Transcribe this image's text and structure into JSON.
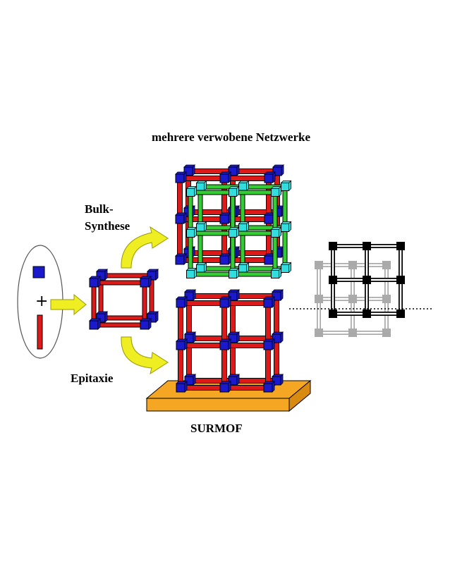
{
  "labels": {
    "title": "mehrere verwobene Netzwerke",
    "bulk_line1": "Bulk-",
    "bulk_line2": "Synthese",
    "epitaxy": "Epitaxie",
    "surmof": "SURMOF",
    "plus": "+"
  },
  "colors": {
    "node": "#1a1acc",
    "node_secondary": "#33dddd",
    "linker": "#dd1a1a",
    "linker_secondary": "#33cc33",
    "substrate": "#f5a623",
    "arrow": "#eeee22",
    "lattice_front": "#000000",
    "lattice_back": "#aaaaaa"
  },
  "icons": {
    "arrow_main": "yellow-right-arrow-icon",
    "arrow_bulk": "yellow-curved-arrow-up-icon",
    "arrow_epi": "yellow-curved-arrow-down-icon"
  }
}
